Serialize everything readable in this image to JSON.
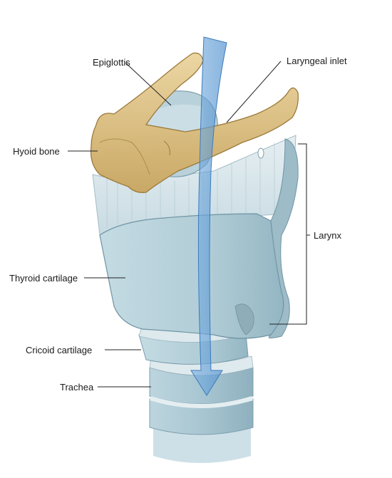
{
  "labels": {
    "epiglottis": "Epiglottis",
    "laryngeal_inlet": "Laryngeal inlet",
    "hyoid_bone": "Hyoid bone",
    "larynx": "Larynx",
    "thyroid_cartilage": "Thyroid cartilage",
    "cricoid_cartilage": "Cricoid cartilage",
    "trachea": "Trachea"
  },
  "colors": {
    "cartilage": "#b3cfd8",
    "cartilage_dark": "#8fb2c0",
    "membrane": "#d7e6ec",
    "bone": "#d9bf86",
    "bone_dark": "#a88646",
    "airflow_arrow": "#5b9ad3",
    "leader_line": "#222222"
  }
}
